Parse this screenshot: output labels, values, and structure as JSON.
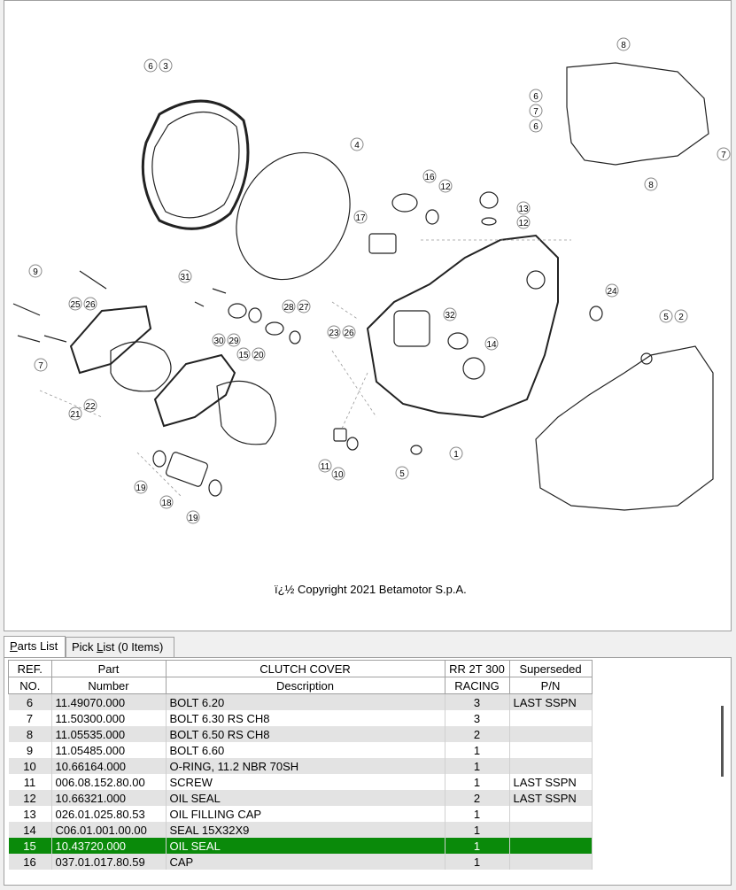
{
  "diagram": {
    "copyright": "ï¿½ Copyright 2021 Betamotor S.p.A.",
    "callouts": [
      "1",
      "2",
      "3",
      "4",
      "5",
      "6",
      "7",
      "8",
      "9",
      "10",
      "11",
      "12",
      "13",
      "14",
      "15",
      "16",
      "17",
      "18",
      "19",
      "20",
      "21",
      "22",
      "23",
      "24",
      "25",
      "26",
      "27",
      "28",
      "29",
      "30",
      "31",
      "32"
    ]
  },
  "tabs": [
    {
      "label_pre": "",
      "label_u": "P",
      "label_post": "arts List"
    },
    {
      "label_pre": "Pick ",
      "label_u": "L",
      "label_post": "ist (0 Items)"
    }
  ],
  "table": {
    "headers_row1": [
      "REF.",
      "Part",
      "CLUTCH COVER",
      "RR 2T 300",
      "Superseded"
    ],
    "headers_row2": [
      "NO.",
      "Number",
      "Description",
      "RACING",
      "P/N"
    ],
    "rows": [
      {
        "ref": "6",
        "part": "11.49070.000",
        "desc": "BOLT 6.20",
        "qty": "3",
        "sup": "LAST SSPN"
      },
      {
        "ref": "7",
        "part": "11.50300.000",
        "desc": "BOLT 6.30 RS CH8",
        "qty": "3",
        "sup": ""
      },
      {
        "ref": "8",
        "part": "11.05535.000",
        "desc": "BOLT 6.50 RS CH8",
        "qty": "2",
        "sup": ""
      },
      {
        "ref": "9",
        "part": "11.05485.000",
        "desc": "BOLT 6.60",
        "qty": "1",
        "sup": ""
      },
      {
        "ref": "10",
        "part": "10.66164.000",
        "desc": "O-RING, 11.2 NBR 70SH",
        "qty": "1",
        "sup": ""
      },
      {
        "ref": "11",
        "part": "006.08.152.80.00",
        "desc": "SCREW",
        "qty": "1",
        "sup": "LAST SSPN"
      },
      {
        "ref": "12",
        "part": "10.66321.000",
        "desc": "OIL SEAL",
        "qty": "2",
        "sup": "LAST SSPN"
      },
      {
        "ref": "13",
        "part": "026.01.025.80.53",
        "desc": "OIL FILLING CAP",
        "qty": "1",
        "sup": ""
      },
      {
        "ref": "14",
        "part": "C06.01.001.00.00",
        "desc": "SEAL 15X32X9",
        "qty": "1",
        "sup": ""
      },
      {
        "ref": "15",
        "part": "10.43720.000",
        "desc": "OIL SEAL",
        "qty": "1",
        "sup": ""
      },
      {
        "ref": "16",
        "part": "037.01.017.80.59",
        "desc": "CAP",
        "qty": "1",
        "sup": ""
      }
    ],
    "selected_ref": "15",
    "selected_color": "#0a8a0a"
  }
}
